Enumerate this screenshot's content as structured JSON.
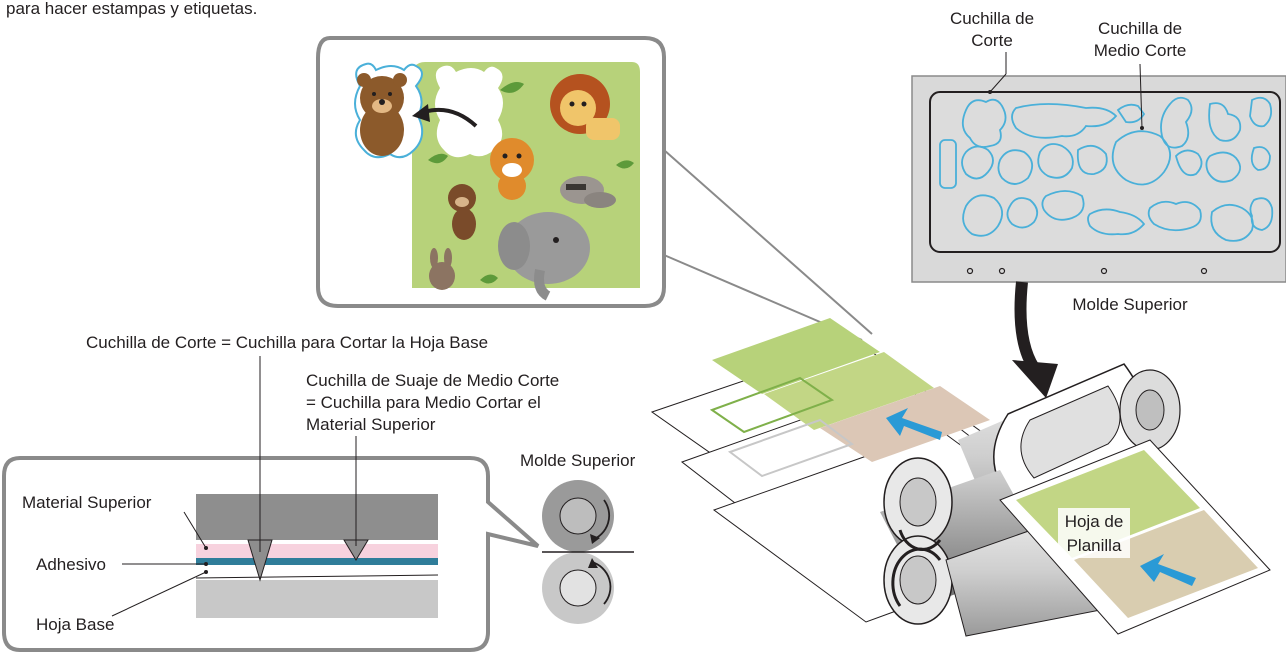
{
  "labels": {
    "intro_fragment": "para hacer estampas y etiquetas.",
    "cutting_blade_line1": "Cuchilla de",
    "cutting_blade_line2": "Corte",
    "half_cut_blade_line1": "Cuchilla de",
    "half_cut_blade_line2": "Medio Corte",
    "upper_mold_plate": "Molde Superior",
    "cutting_blade_definition": "Cuchilla de Corte = Cuchilla para Cortar la Hoja Base",
    "half_cut_definition_line1": "Cuchilla de Suaje de Medio Corte",
    "half_cut_definition_line2": "= Cuchilla para Medio Cortar el",
    "half_cut_definition_line3": "Material Superior",
    "upper_mold_rollers": "Molde Superior",
    "top_material": "Material Superior",
    "adhesive": "Adhesivo",
    "base_sheet": "Hoja Base",
    "sheet_line1": "Hoja de",
    "sheet_line2": "Planilla"
  },
  "colors": {
    "cut_outline": "#4ab0d9",
    "blue_arrow": "#2a9ad6",
    "adhesive_layer": "#2f7d9a",
    "top_material_layer": "#f7d2de",
    "mold_plate": "#d9d9d9",
    "sticker_background": "#b7d27a"
  },
  "icons": [
    "bear-sticker-icon",
    "lion-sticker-icon",
    "elephant-sticker-icon",
    "monkey-sticker-icon",
    "fox-sticker-icon",
    "raccoon-sticker-icon",
    "rabbit-sticker-icon"
  ]
}
